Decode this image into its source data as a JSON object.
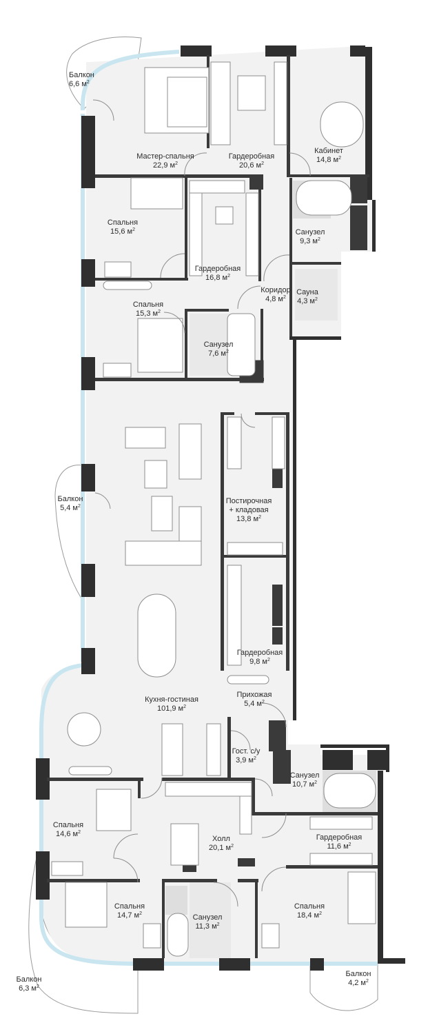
{
  "plan": {
    "rooms": [
      {
        "id": "balcony-nw",
        "name": "Балкон",
        "area": "6,6"
      },
      {
        "id": "master-bedroom",
        "name": "Мастер-спальня",
        "area": "22,9"
      },
      {
        "id": "wardrobe-top",
        "name": "Гардеробная",
        "area": "20,6"
      },
      {
        "id": "cabinet",
        "name": "Кабинет",
        "area": "14,8"
      },
      {
        "id": "bedroom-1",
        "name": "Спальня",
        "area": "15,6"
      },
      {
        "id": "wardrobe-mid",
        "name": "Гардеробная",
        "area": "16,8"
      },
      {
        "id": "bathroom-1",
        "name": "Санузел",
        "area": "9,3"
      },
      {
        "id": "sauna",
        "name": "Сауна",
        "area": "4,3"
      },
      {
        "id": "corridor",
        "name": "Коридор",
        "area": "4,8"
      },
      {
        "id": "bedroom-2",
        "name": "Спальня",
        "area": "15,3"
      },
      {
        "id": "bathroom-2",
        "name": "Санузел",
        "area": "7,6"
      },
      {
        "id": "balcony-w",
        "name": "Балкон",
        "area": "5,4"
      },
      {
        "id": "laundry",
        "name": "Постирочная\n+ кладовая",
        "area": "13,8"
      },
      {
        "id": "wardrobe-hall",
        "name": "Гардеробная",
        "area": "9,8"
      },
      {
        "id": "entry",
        "name": "Прихожая",
        "area": "5,4"
      },
      {
        "id": "kitchen-living",
        "name": "Кухня-гостиная",
        "area": "101,9"
      },
      {
        "id": "guest-wc",
        "name": "Гост. с/у",
        "area": "3,9"
      },
      {
        "id": "bathroom-3",
        "name": "Санузел",
        "area": "10,7"
      },
      {
        "id": "bedroom-3",
        "name": "Спальня",
        "area": "14,6"
      },
      {
        "id": "hall",
        "name": "Холл",
        "area": "20,1"
      },
      {
        "id": "wardrobe-low",
        "name": "Гардеробная",
        "area": "11,6"
      },
      {
        "id": "bedroom-4",
        "name": "Спальня",
        "area": "14,7"
      },
      {
        "id": "bathroom-4",
        "name": "Санузел",
        "area": "11,3"
      },
      {
        "id": "bedroom-5",
        "name": "Спальня",
        "area": "18,4"
      },
      {
        "id": "balcony-sw",
        "name": "Балкон",
        "area": "6,3"
      },
      {
        "id": "balcony-se",
        "name": "Балкон",
        "area": "4,2"
      }
    ],
    "unit": "м",
    "unit_sup": "2"
  }
}
